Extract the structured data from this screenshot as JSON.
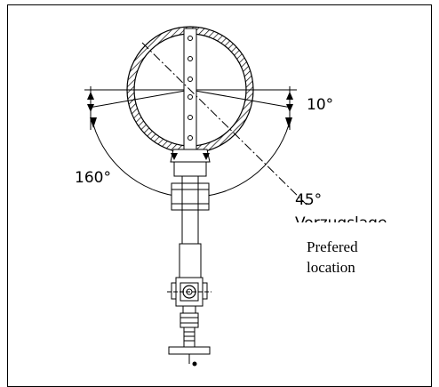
{
  "drawing": {
    "angle_top_right": "10°",
    "angle_left": "160°",
    "angle_diagonal": "45°",
    "label_german": "Vorzugslage",
    "label_english_line1": "Prefered",
    "label_english_line2": "location"
  },
  "colors": {
    "ink": "#000000",
    "background": "#ffffff",
    "frame": "#000000"
  }
}
